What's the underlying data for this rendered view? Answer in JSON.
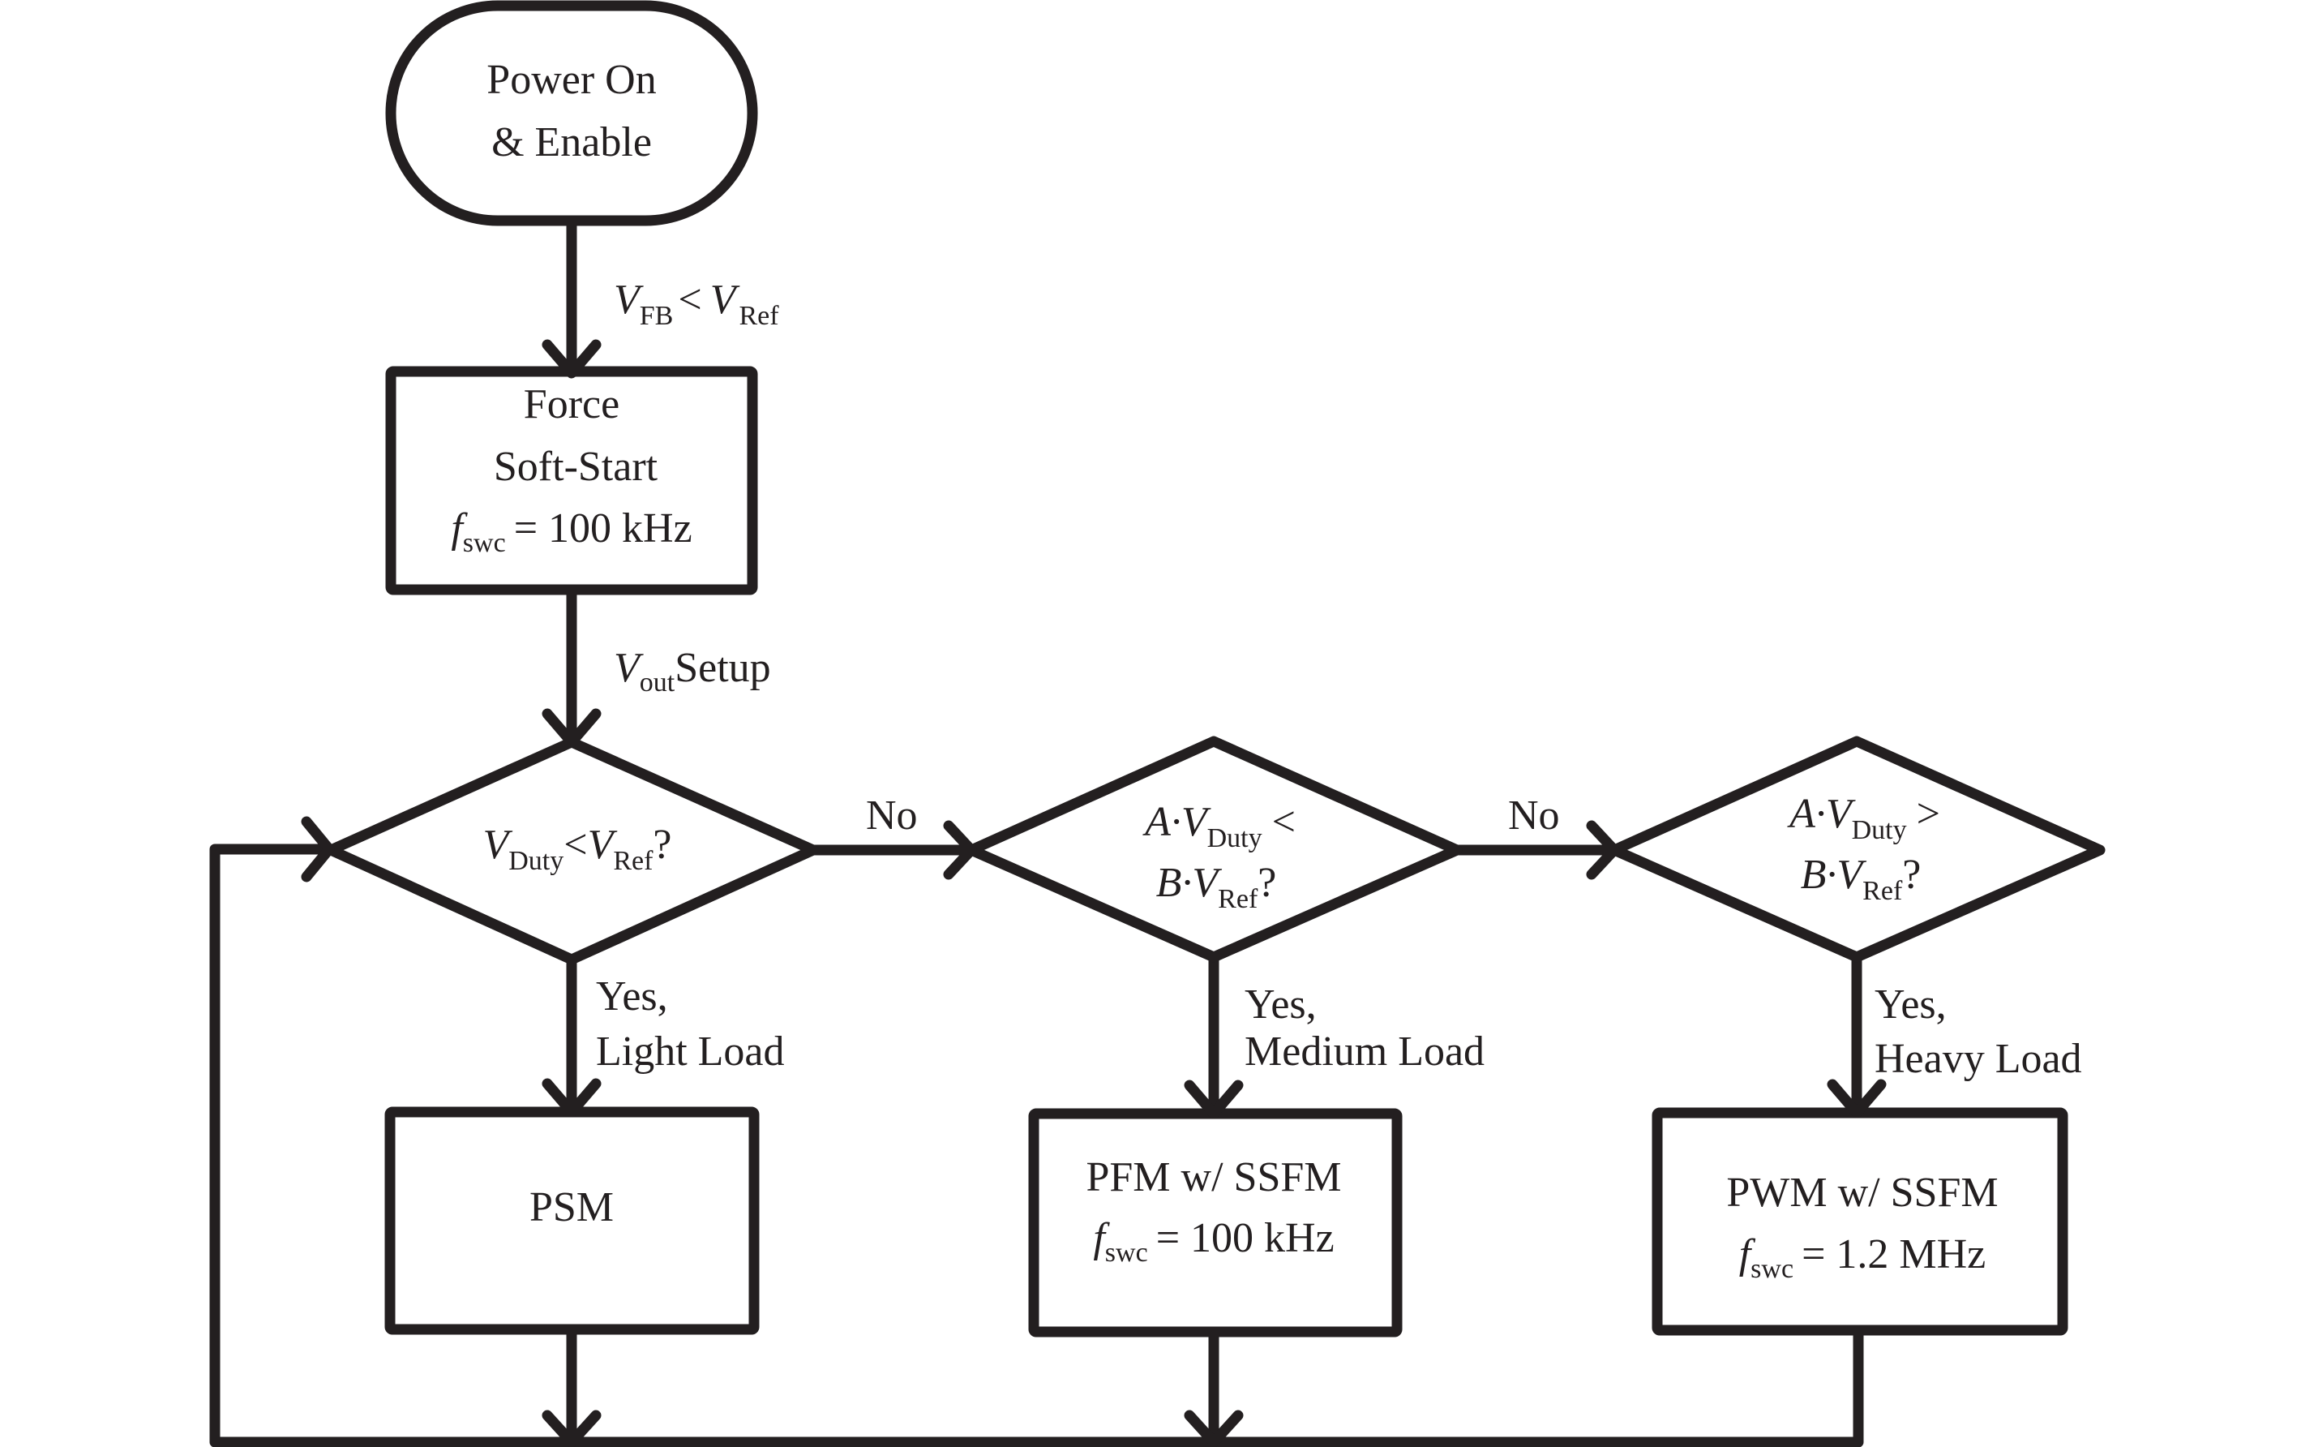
{
  "diagram": {
    "type": "flowchart",
    "colors": {
      "ink": "#231f20",
      "background": "#ffffff"
    },
    "nodes": {
      "start": {
        "kind": "terminal",
        "lines": [
          "Power On",
          "& Enable"
        ]
      },
      "softstart": {
        "kind": "process",
        "lines": [
          "Force",
          "Soft-Start"
        ],
        "freq": {
          "sym": "f",
          "sub": "swc",
          "value": "= 100 kHz"
        }
      },
      "decision1": {
        "kind": "decision",
        "expr": {
          "v1": "V",
          "s1": "Duty",
          "op": "<",
          "v2": "V",
          "s2": "Ref",
          "tail": "?"
        }
      },
      "decision2": {
        "kind": "decision",
        "line1": {
          "pre": "A·V",
          "sub": "Duty",
          "op": "<"
        },
        "line2": {
          "pre": "B·V",
          "sub": "Ref",
          "tail": "?"
        }
      },
      "decision3": {
        "kind": "decision",
        "line1": {
          "pre": "A·V",
          "sub": "Duty",
          "op": ">"
        },
        "line2": {
          "pre": "B·V",
          "sub": "Ref",
          "tail": "?"
        }
      },
      "psm": {
        "kind": "process",
        "lines": [
          "PSM"
        ]
      },
      "pfm": {
        "kind": "process",
        "lines": [
          "PFM w/ SSFM"
        ],
        "freq": {
          "sym": "f",
          "sub": "swc",
          "value": "= 100 kHz"
        }
      },
      "pwm": {
        "kind": "process",
        "lines": [
          "PWM w/ SSFM"
        ],
        "freq": {
          "sym": "f",
          "sub": "swc",
          "value": "= 1.2 MHz"
        }
      }
    },
    "edges": {
      "start_to_softstart": {
        "v": "V",
        "s1": "FB",
        "op": "<",
        "v2": "V",
        "s2": "Ref"
      },
      "softstart_to_d1": {
        "v": "V",
        "sub": "out",
        "text": "Setup"
      },
      "d1_no": {
        "text": "No"
      },
      "d2_no": {
        "text": "No"
      },
      "d1_yes": {
        "lines": [
          "Yes,",
          "Light Load"
        ]
      },
      "d2_yes": {
        "lines": [
          "Yes,",
          "Medium Load"
        ]
      },
      "d3_yes": {
        "lines": [
          "Yes,",
          "Heavy Load"
        ]
      },
      "loop_back": {
        "text": ""
      }
    }
  }
}
